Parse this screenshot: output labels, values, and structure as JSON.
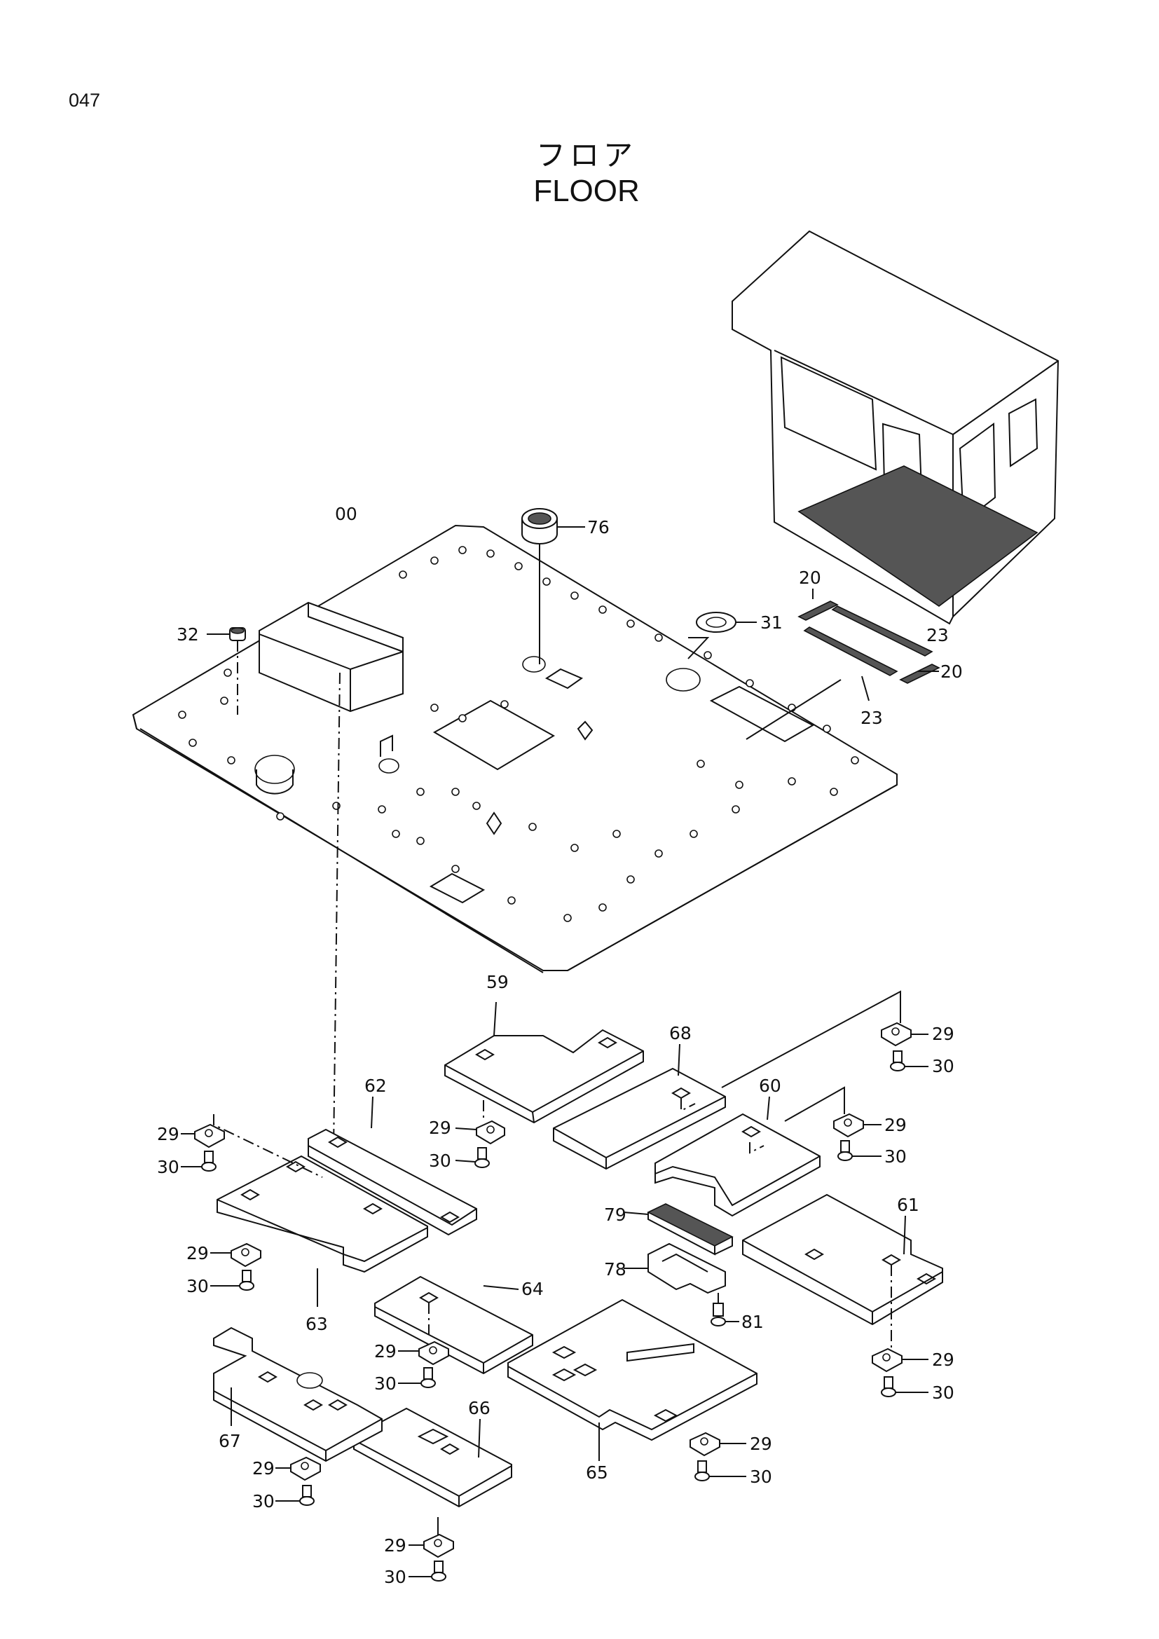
{
  "page": {
    "number": "047"
  },
  "title": {
    "japanese": "フロア",
    "english": "FLOOR"
  },
  "callouts": {
    "c00": "00",
    "c76": "76",
    "c32": "32",
    "c31": "31",
    "c20a": "20",
    "c20b": "20",
    "c23a": "23",
    "c23b": "23",
    "c59": "59",
    "c68": "68",
    "c60": "60",
    "c62": "62",
    "c61": "61",
    "c63": "63",
    "c64": "64",
    "c65": "65",
    "c66": "66",
    "c67": "67",
    "c79": "79",
    "c78": "78",
    "c81": "81",
    "c29a": "29",
    "c30a": "30",
    "c29b": "29",
    "c30b": "30",
    "c29c": "29",
    "c30c": "30",
    "c29d": "29",
    "c30d": "30",
    "c29e": "29",
    "c30e": "30",
    "c29f": "29",
    "c30f": "30",
    "c29g": "29",
    "c30g": "30",
    "c29h": "29",
    "c30h": "30",
    "c29i": "29",
    "c30i": "30"
  }
}
